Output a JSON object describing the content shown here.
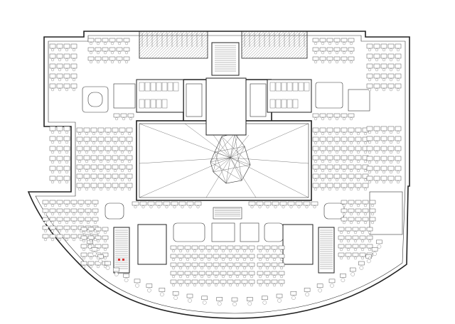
{
  "drawing": {
    "type": "architectural-floor-plan",
    "stroke_color": "#222222",
    "background_color": "#ffffff",
    "accent_mark_color": "#dd3333",
    "text_labels": []
  },
  "spaces": [
    {
      "name": "atrium-void",
      "shape": "rectangle-with-radiating-cables"
    },
    {
      "name": "suspended-sculpture",
      "shape": "faceted-polyhedron"
    },
    {
      "name": "north-parking-strip",
      "shape": "hatched-bays"
    },
    {
      "name": "west-open-office",
      "shape": "desk-grid"
    },
    {
      "name": "east-open-office",
      "shape": "desk-grid"
    },
    {
      "name": "south-open-office",
      "shape": "curved-desk-field"
    },
    {
      "name": "south-west-stair-core",
      "shape": "stair-and-lifts"
    },
    {
      "name": "south-east-stair-core",
      "shape": "stair-and-lifts"
    },
    {
      "name": "north-west-restrooms",
      "shape": "toilet-core"
    },
    {
      "name": "north-east-restrooms",
      "shape": "toilet-core"
    },
    {
      "name": "south-meeting-rooms",
      "shape": "row-of-rooms"
    }
  ]
}
